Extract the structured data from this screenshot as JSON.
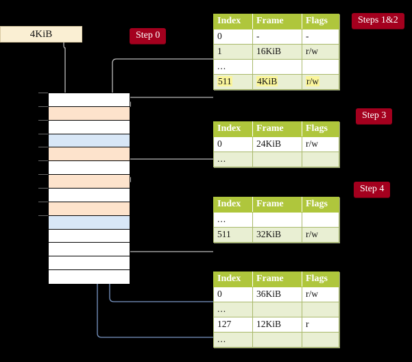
{
  "title": "Multi-level page table walk diagram",
  "labels": {
    "steps_1_2": "Steps 1&2",
    "step_3": "Step 3",
    "step_4": "Step 4",
    "step_0": "Step 0"
  },
  "source_box": {
    "label": "4KiB"
  },
  "columns": {
    "index": "Index",
    "frame": "Frame",
    "flags": "Flags"
  },
  "tables": [
    {
      "name": "level-1-page-table",
      "step": "Steps 1&2",
      "rows": [
        {
          "index": "0",
          "frame": "-",
          "flags": "-",
          "shade": "even",
          "highlight": false
        },
        {
          "index": "1",
          "frame": "16KiB",
          "flags": "r/w",
          "shade": "odd",
          "highlight": false
        },
        {
          "index": "...",
          "frame": "",
          "flags": "",
          "shade": "even",
          "highlight": false
        },
        {
          "index": "511",
          "frame": "4KiB",
          "flags": "r/w",
          "shade": "odd",
          "highlight": true
        }
      ]
    },
    {
      "name": "level-2-page-table",
      "step": "Step 3",
      "rows": [
        {
          "index": "0",
          "frame": "24KiB",
          "flags": "r/w",
          "shade": "even",
          "highlight": false
        },
        {
          "index": "...",
          "frame": "",
          "flags": "",
          "shade": "odd",
          "highlight": false
        }
      ]
    },
    {
      "name": "level-3-page-table",
      "step": "Step 4",
      "rows": [
        {
          "index": "...",
          "frame": "",
          "flags": "",
          "shade": "even",
          "highlight": false
        },
        {
          "index": "511",
          "frame": "32KiB",
          "flags": "r/w",
          "shade": "odd",
          "highlight": false
        }
      ]
    },
    {
      "name": "level-4-page-table",
      "step": "",
      "rows": [
        {
          "index": "0",
          "frame": "36KiB",
          "flags": "r/w",
          "shade": "even",
          "highlight": false
        },
        {
          "index": "...",
          "frame": "",
          "flags": "",
          "shade": "odd",
          "highlight": false
        },
        {
          "index": "127",
          "frame": "12KiB",
          "flags": "r",
          "shade": "even",
          "highlight": false
        },
        {
          "index": "...",
          "frame": "",
          "flags": "",
          "shade": "odd",
          "highlight": false
        }
      ]
    }
  ],
  "memory_column": {
    "name": "physical-memory-frames",
    "rows": [
      {
        "fill": "white"
      },
      {
        "fill": "orange"
      },
      {
        "fill": "white"
      },
      {
        "fill": "blue"
      },
      {
        "fill": "orange"
      },
      {
        "fill": "white"
      },
      {
        "fill": "orange"
      },
      {
        "fill": "white"
      },
      {
        "fill": "orange"
      },
      {
        "fill": "blue"
      },
      {
        "fill": "white"
      },
      {
        "fill": "white"
      },
      {
        "fill": "white"
      },
      {
        "fill": "white"
      }
    ]
  },
  "colors": {
    "background": "#000000",
    "step_pill": "#A4001E",
    "table_header": "#AFC63C",
    "table_row_alt": "#E9EFD3",
    "highlight": "#FAF59B",
    "frame_orange": "#FDE3CC",
    "frame_blue": "#D8E7F7",
    "source_box": "#FAEFD3",
    "wire_grey": "#BDBDBD",
    "wire_blue": "#6F8FC4"
  }
}
